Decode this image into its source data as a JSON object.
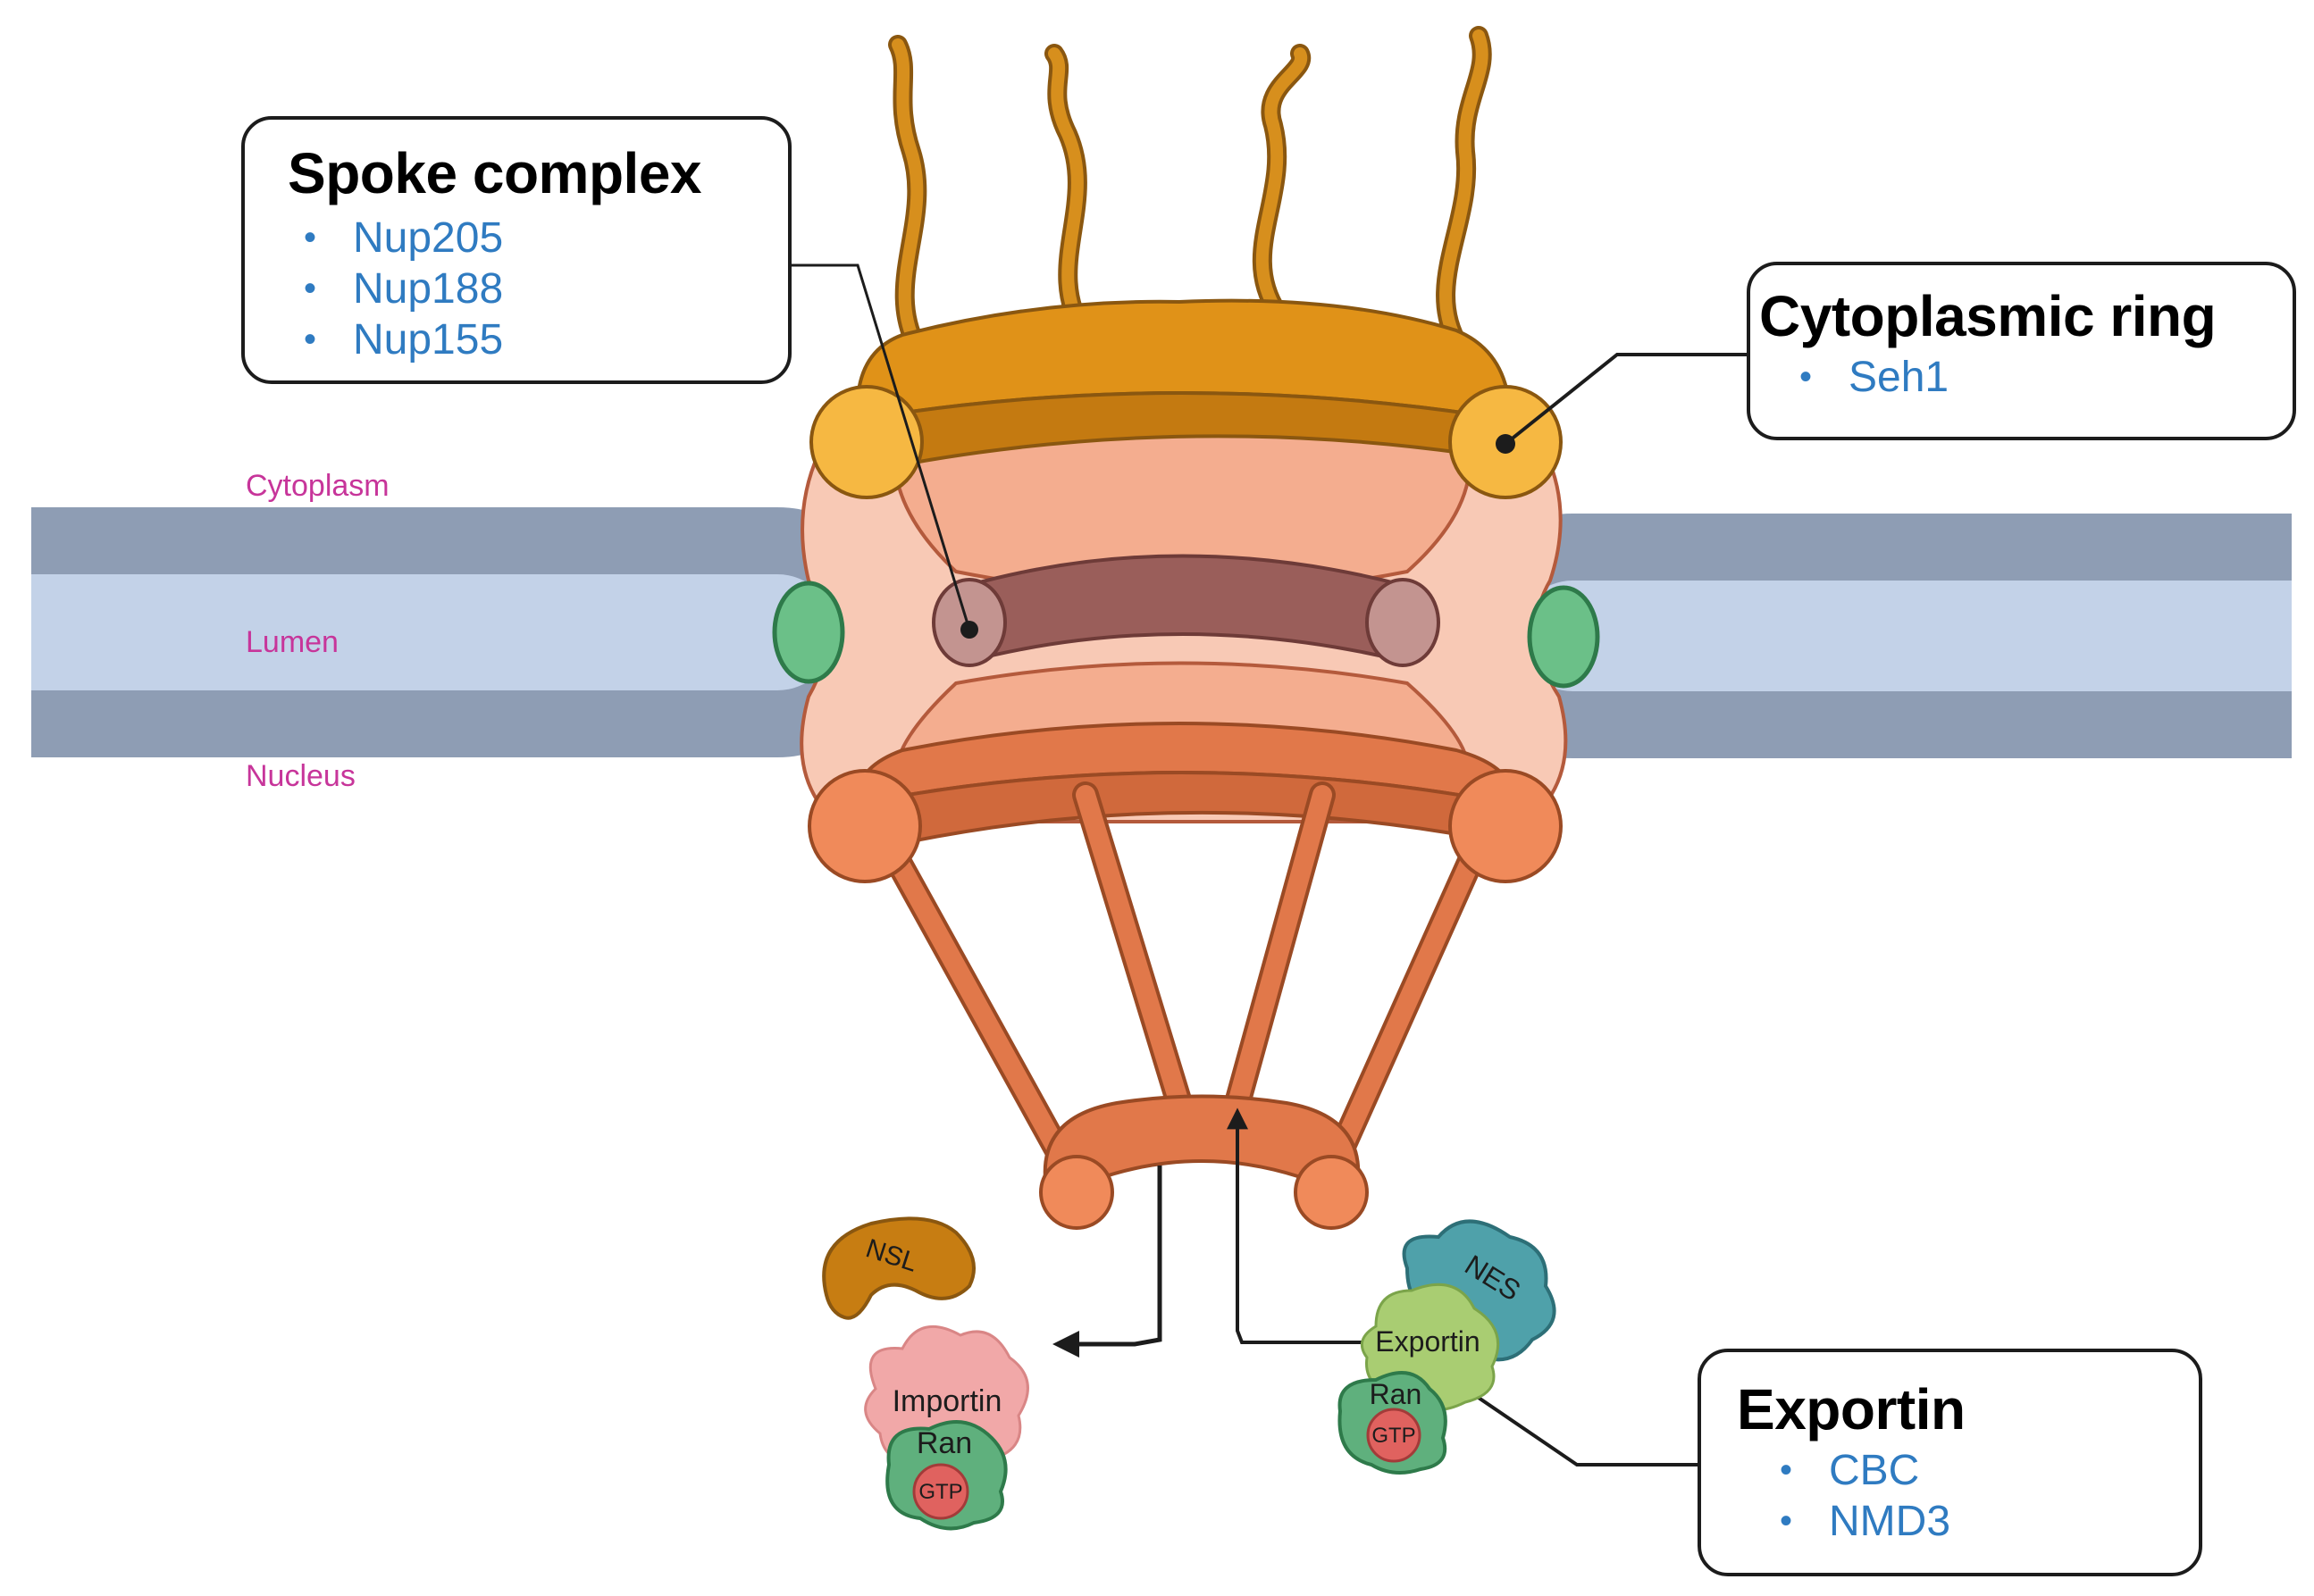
{
  "colors": {
    "label_blue": "#2f7bc1",
    "region_magenta": "#c7359a",
    "membrane_outer": "#8e9db4",
    "membrane_inner": "#c3d2e8",
    "cytoplasmic_ring": "#e09218",
    "nuclear_ring": "#e1784a",
    "spoke_tube": "#9a5e5a",
    "channel_fill": "#f4ad8f",
    "pore_fill": "#f8c9b5",
    "green_protein": "#6bc088",
    "fibril": "#d78f1d"
  },
  "regions": {
    "cytoplasm": "Cytoplasm",
    "lumen": "Lumen",
    "nucleus": "Nucleus"
  },
  "callouts": {
    "spoke_complex": {
      "title": "Spoke complex",
      "items": [
        "Nup205",
        "Nup188",
        "Nup155"
      ]
    },
    "cytoplasmic_ring": {
      "title": "Cytoplasmic ring",
      "items": [
        "Seh1"
      ]
    },
    "exportin": {
      "title": "Exportin",
      "items": [
        "CBC",
        "NMD3"
      ]
    }
  },
  "molecules": {
    "nsl": "NSL",
    "importin": "Importin",
    "importin_ran": "Ran",
    "importin_gtp": "GTP",
    "nes": "NES",
    "exportin": "Exportin",
    "exportin_ran": "Ran",
    "exportin_gtp": "GTP"
  },
  "icons": {
    "bullet": "•",
    "import_arrow": "arrow-left-icon",
    "export_arrow": "arrow-up-icon"
  }
}
